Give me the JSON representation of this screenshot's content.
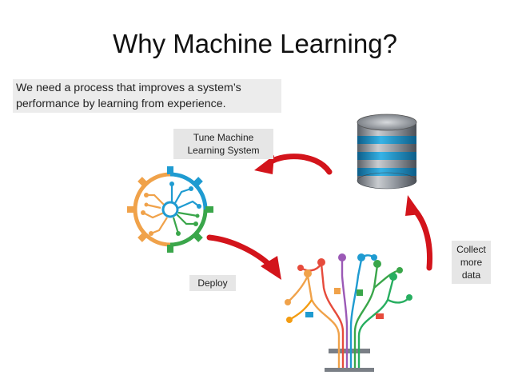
{
  "title": "Why Machine Learning?",
  "intro": {
    "line1": "We need a process that improves a system’s",
    "line2": "performance by learning from experience."
  },
  "labels": {
    "tune": [
      "Tune Machine",
      "Learning System"
    ],
    "deploy": "Deploy",
    "collect": [
      "Collect",
      "more",
      "data"
    ]
  },
  "icons": {
    "gear": "gear-brain-icon",
    "database": "database-icon",
    "tree": "data-tree-icon"
  },
  "colors": {
    "arrow": "#d3141b",
    "gear_orange": "#f0a24a",
    "gear_blue": "#1f9bd1",
    "gear_green": "#3aa64a",
    "db_band": "#2e8fc2"
  }
}
